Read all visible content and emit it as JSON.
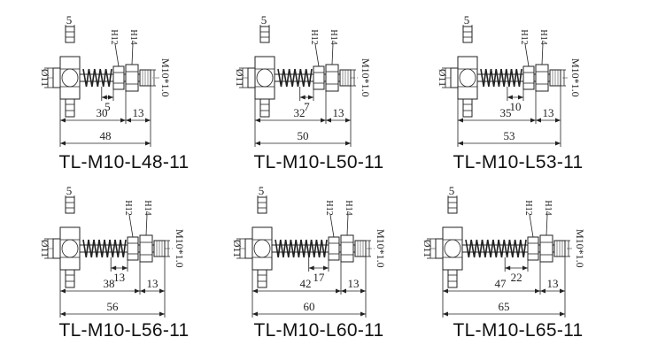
{
  "colors": {
    "line": "#222222",
    "fill": "#ffffff",
    "text": "#111111"
  },
  "items": [
    {
      "model": "TL-M10-L48-11",
      "dims": {
        "dia": "Ø11",
        "top": "5",
        "h12": "H12",
        "h14": "H14",
        "thread": "M10*1.0",
        "spring": "5",
        "body": "30",
        "nut": "13",
        "total": "48"
      }
    },
    {
      "model": "TL-M10-L50-11",
      "dims": {
        "dia": "Ø11",
        "top": "5",
        "h12": "H12",
        "h14": "H14",
        "thread": "M10*1.0",
        "spring": "7",
        "body": "32",
        "nut": "13",
        "total": "50"
      }
    },
    {
      "model": "TL-M10-L53-11",
      "dims": {
        "dia": "Ø11",
        "top": "5",
        "h12": "H12",
        "h14": "H14",
        "thread": "M10*1.0",
        "spring": "10",
        "body": "35",
        "nut": "13",
        "total": "53"
      }
    },
    {
      "model": "TL-M10-L56-11",
      "dims": {
        "dia": "Ø11",
        "top": "5",
        "h12": "H12",
        "h14": "H14",
        "thread": "M10*1.0",
        "spring": "13",
        "body": "38",
        "nut": "13",
        "total": "56"
      }
    },
    {
      "model": "TL-M10-L60-11",
      "dims": {
        "dia": "Ø11",
        "top": "5",
        "h12": "H12",
        "h14": "H14",
        "thread": "M10*1.0",
        "spring": "17",
        "body": "42",
        "nut": "13",
        "total": "60"
      }
    },
    {
      "model": "TL-M10-L65-11",
      "dims": {
        "dia": "Ø11",
        "top": "5",
        "h12": "H12",
        "h14": "H14",
        "thread": "M10*1.0",
        "spring": "22",
        "body": "47",
        "nut": "13",
        "total": "65"
      }
    }
  ]
}
